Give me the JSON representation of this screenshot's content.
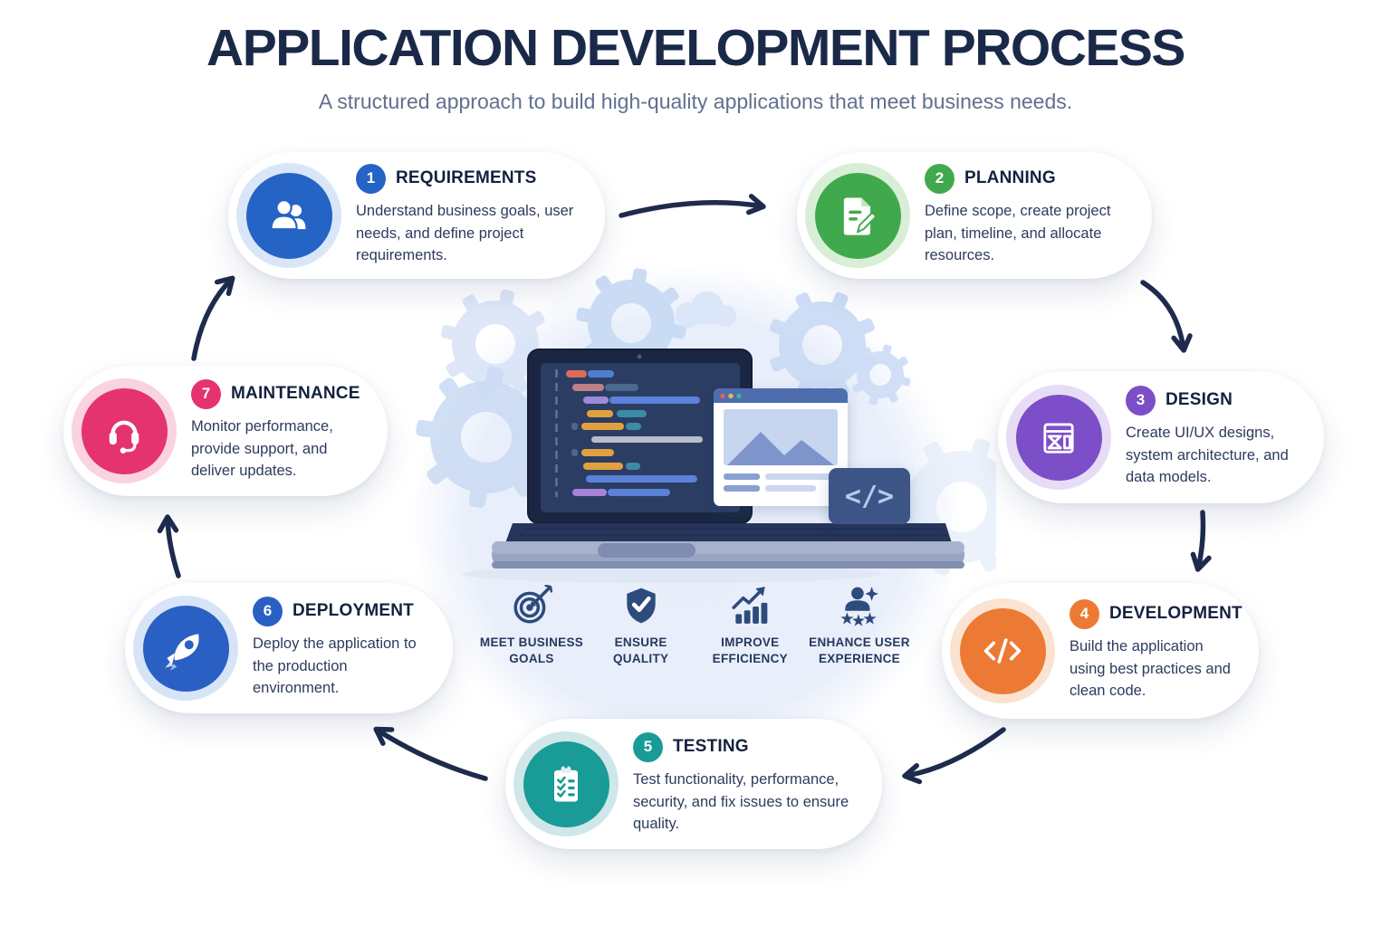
{
  "header": {
    "title": "APPLICATION DEVELOPMENT PROCESS",
    "subtitle": "A structured approach to build high-quality applications that meet business needs."
  },
  "steps": [
    {
      "number": "1",
      "title": "REQUIREMENTS",
      "description": "Understand business goals, user needs, and define project requirements.",
      "icon": "users-icon",
      "color": "#2563c5"
    },
    {
      "number": "2",
      "title": "PLANNING",
      "description": "Define scope, create project plan, timeline, and allocate resources.",
      "icon": "document-pencil-icon",
      "color": "#41a94d"
    },
    {
      "number": "3",
      "title": "DESIGN",
      "description": "Create UI/UX designs, system architecture, and data models.",
      "icon": "wireframe-icon",
      "color": "#7c4ec7"
    },
    {
      "number": "4",
      "title": "DEVELOPMENT",
      "description": "Build the application using best practices and clean code.",
      "icon": "code-icon",
      "color": "#ec7a34"
    },
    {
      "number": "5",
      "title": "TESTING",
      "description": "Test functionality, performance, security, and fix issues to ensure quality.",
      "icon": "clipboard-check-icon",
      "color": "#199b97"
    },
    {
      "number": "6",
      "title": "DEPLOYMENT",
      "description": "Deploy the application to the production environment.",
      "icon": "rocket-icon",
      "color": "#2a5fc4"
    },
    {
      "number": "7",
      "title": "MAINTENANCE",
      "description": "Monitor performance, provide support, and deliver updates.",
      "icon": "headset-icon",
      "color": "#e5336f"
    }
  ],
  "benefits": [
    {
      "label": "MEET BUSINESS GOALS",
      "icon": "target-arrow-icon"
    },
    {
      "label": "ENSURE QUALITY",
      "icon": "shield-check-icon"
    },
    {
      "label": "IMPROVE EFFICIENCY",
      "icon": "growth-chart-icon"
    },
    {
      "label": "ENHANCE USER EXPERIENCE",
      "icon": "user-stars-icon"
    }
  ],
  "center": {
    "code_badge_text": "</>",
    "illustration": "laptop-with-code",
    "decorations": [
      "gear-decorations",
      "cloud-decoration",
      "browser-window-illustration",
      "code-tag-badge"
    ]
  },
  "colors": {
    "title": "#1b2949",
    "subtitle": "#61708c",
    "arrow": "#1e2b4d",
    "background": "#ffffff"
  }
}
